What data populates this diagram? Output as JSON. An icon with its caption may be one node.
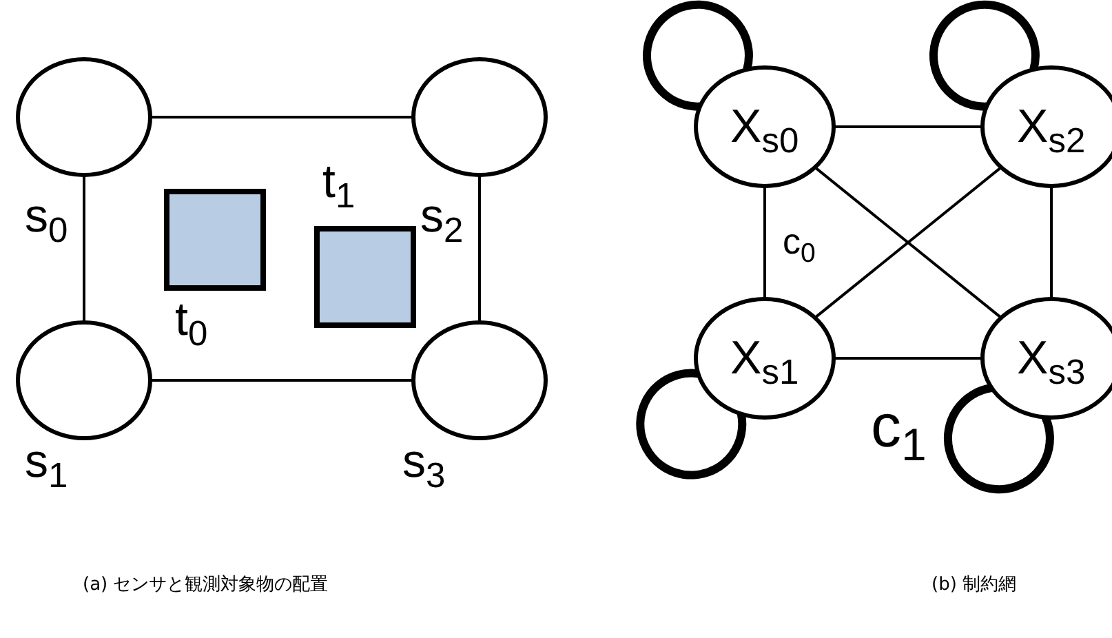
{
  "diagram": {
    "nodes": [
      {
        "text": [],
        "shape": "circle",
        "beside": [
          "s$_{0}$"
        ]
      },
      {
        "text": [],
        "shape": "circle",
        "beside": [
          "s$_{2}$"
        ]
      },
      {
        "text": [],
        "shape": "box",
        "beside": [
          "t$_{0}$"
        ]
      },
      {
        "text": [],
        "shape": "box",
        "beside": [
          "t$_{1}$"
        ]
      },
      {
        "text": [],
        "shape": "circle",
        "beside": [
          "s$_{1}$"
        ]
      },
      {
        "text": [],
        "shape": "circle",
        "beside": [
          "s$_{3}$"
        ]
      },
      {
        "text": [
          "X$_{s0}$"
        ]
      },
      {
        "text": [
          "X$_{s2}$"
        ]
      },
      {
        "text": [
          "X$_{s1}$"
        ]
      },
      {
        "text": [
          "X$_{s3}$"
        ]
      }
    ],
    "edges": [
      {
        "from": 0,
        "to": 1,
        "arrow": "none"
      },
      {
        "from": 0,
        "to": 4,
        "arrow": "none"
      },
      {
        "from": 1,
        "to": 5,
        "arrow": "none"
      },
      {
        "from": 4,
        "to": 5,
        "arrow": "none"
      },
      {
        "from": 6,
        "to": 7,
        "arrow": "none"
      },
      {
        "from": 6,
        "to": 8,
        "arrow": "none"
      },
      {
        "from": 6,
        "to": 9,
        "arrow": "none"
      },
      {
        "from": 7,
        "to": 8,
        "arrow": "none"
      },
      {
        "from": 7,
        "to": 9,
        "arrow": "none"
      },
      {
        "from": 8,
        "to": 9,
        "arrow": "none"
      },
      {
        "from": 6,
        "to": 6,
        "arrow": "none",
        "style": "thick"
      },
      {
        "from": 7,
        "to": 7,
        "arrow": "none",
        "style": "thick"
      },
      {
        "from": 8,
        "to": 8,
        "arrow": "none",
        "style": "thick"
      },
      {
        "from": 9,
        "to": 9,
        "arrow": "none",
        "style": "thick"
      }
    ],
    "labels": [
      "c$_{0}$",
      "c$_{1}$",
      "(a) センサと観測対象物の配置",
      "(b) 制約網"
    ]
  }
}
